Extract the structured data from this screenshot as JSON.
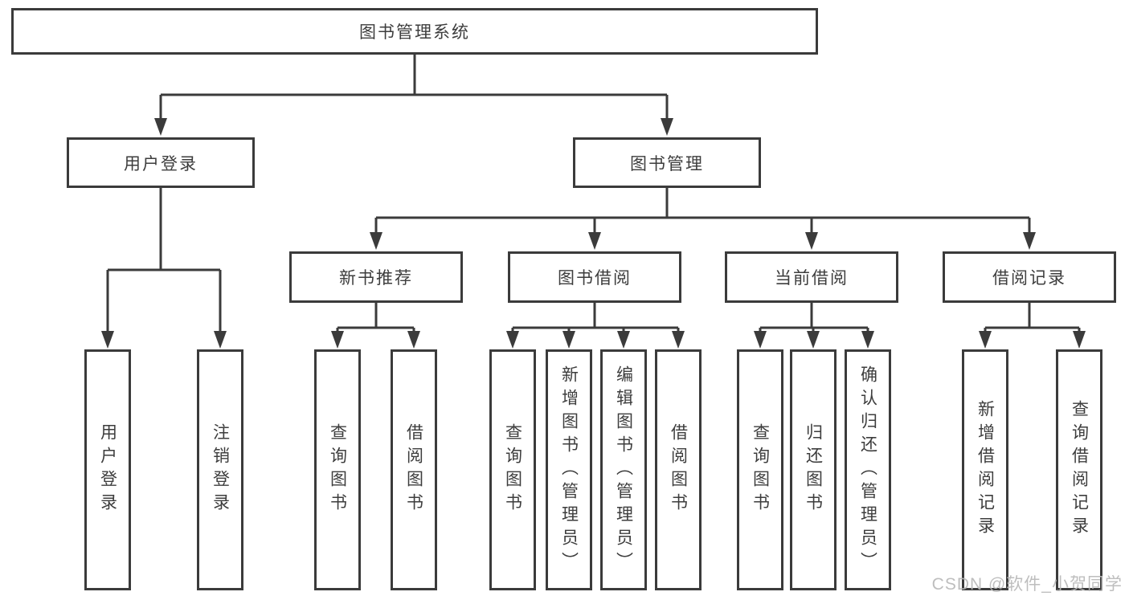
{
  "tree": {
    "root": {
      "label": "图书管理系统",
      "children": [
        {
          "label": "用户登录",
          "children": [
            {
              "label": "用户登录"
            },
            {
              "label": "注销登录"
            }
          ]
        },
        {
          "label": "图书管理",
          "children": [
            {
              "label": "新书推荐",
              "children": [
                {
                  "label": "查询图书"
                },
                {
                  "label": "借阅图书"
                }
              ]
            },
            {
              "label": "图书借阅",
              "children": [
                {
                  "label": "查询图书"
                },
                {
                  "label": "新增图书（管理员）"
                },
                {
                  "label": "编辑图书（管理员）"
                },
                {
                  "label": "借阅图书"
                }
              ]
            },
            {
              "label": "当前借阅",
              "children": [
                {
                  "label": "查询图书"
                },
                {
                  "label": "归还图书"
                },
                {
                  "label": "确认归还（管理员）"
                }
              ]
            },
            {
              "label": "借阅记录",
              "children": [
                {
                  "label": "新增借阅记录"
                },
                {
                  "label": "查询借阅记录"
                }
              ]
            }
          ]
        }
      ]
    }
  },
  "watermark": {
    "text": "CSDN @软件_小贺同学"
  },
  "colors": {
    "line": "#3b3b3b",
    "text": "#3d3d3d",
    "background": "#ffffff",
    "watermark": "#b8b8b8"
  }
}
